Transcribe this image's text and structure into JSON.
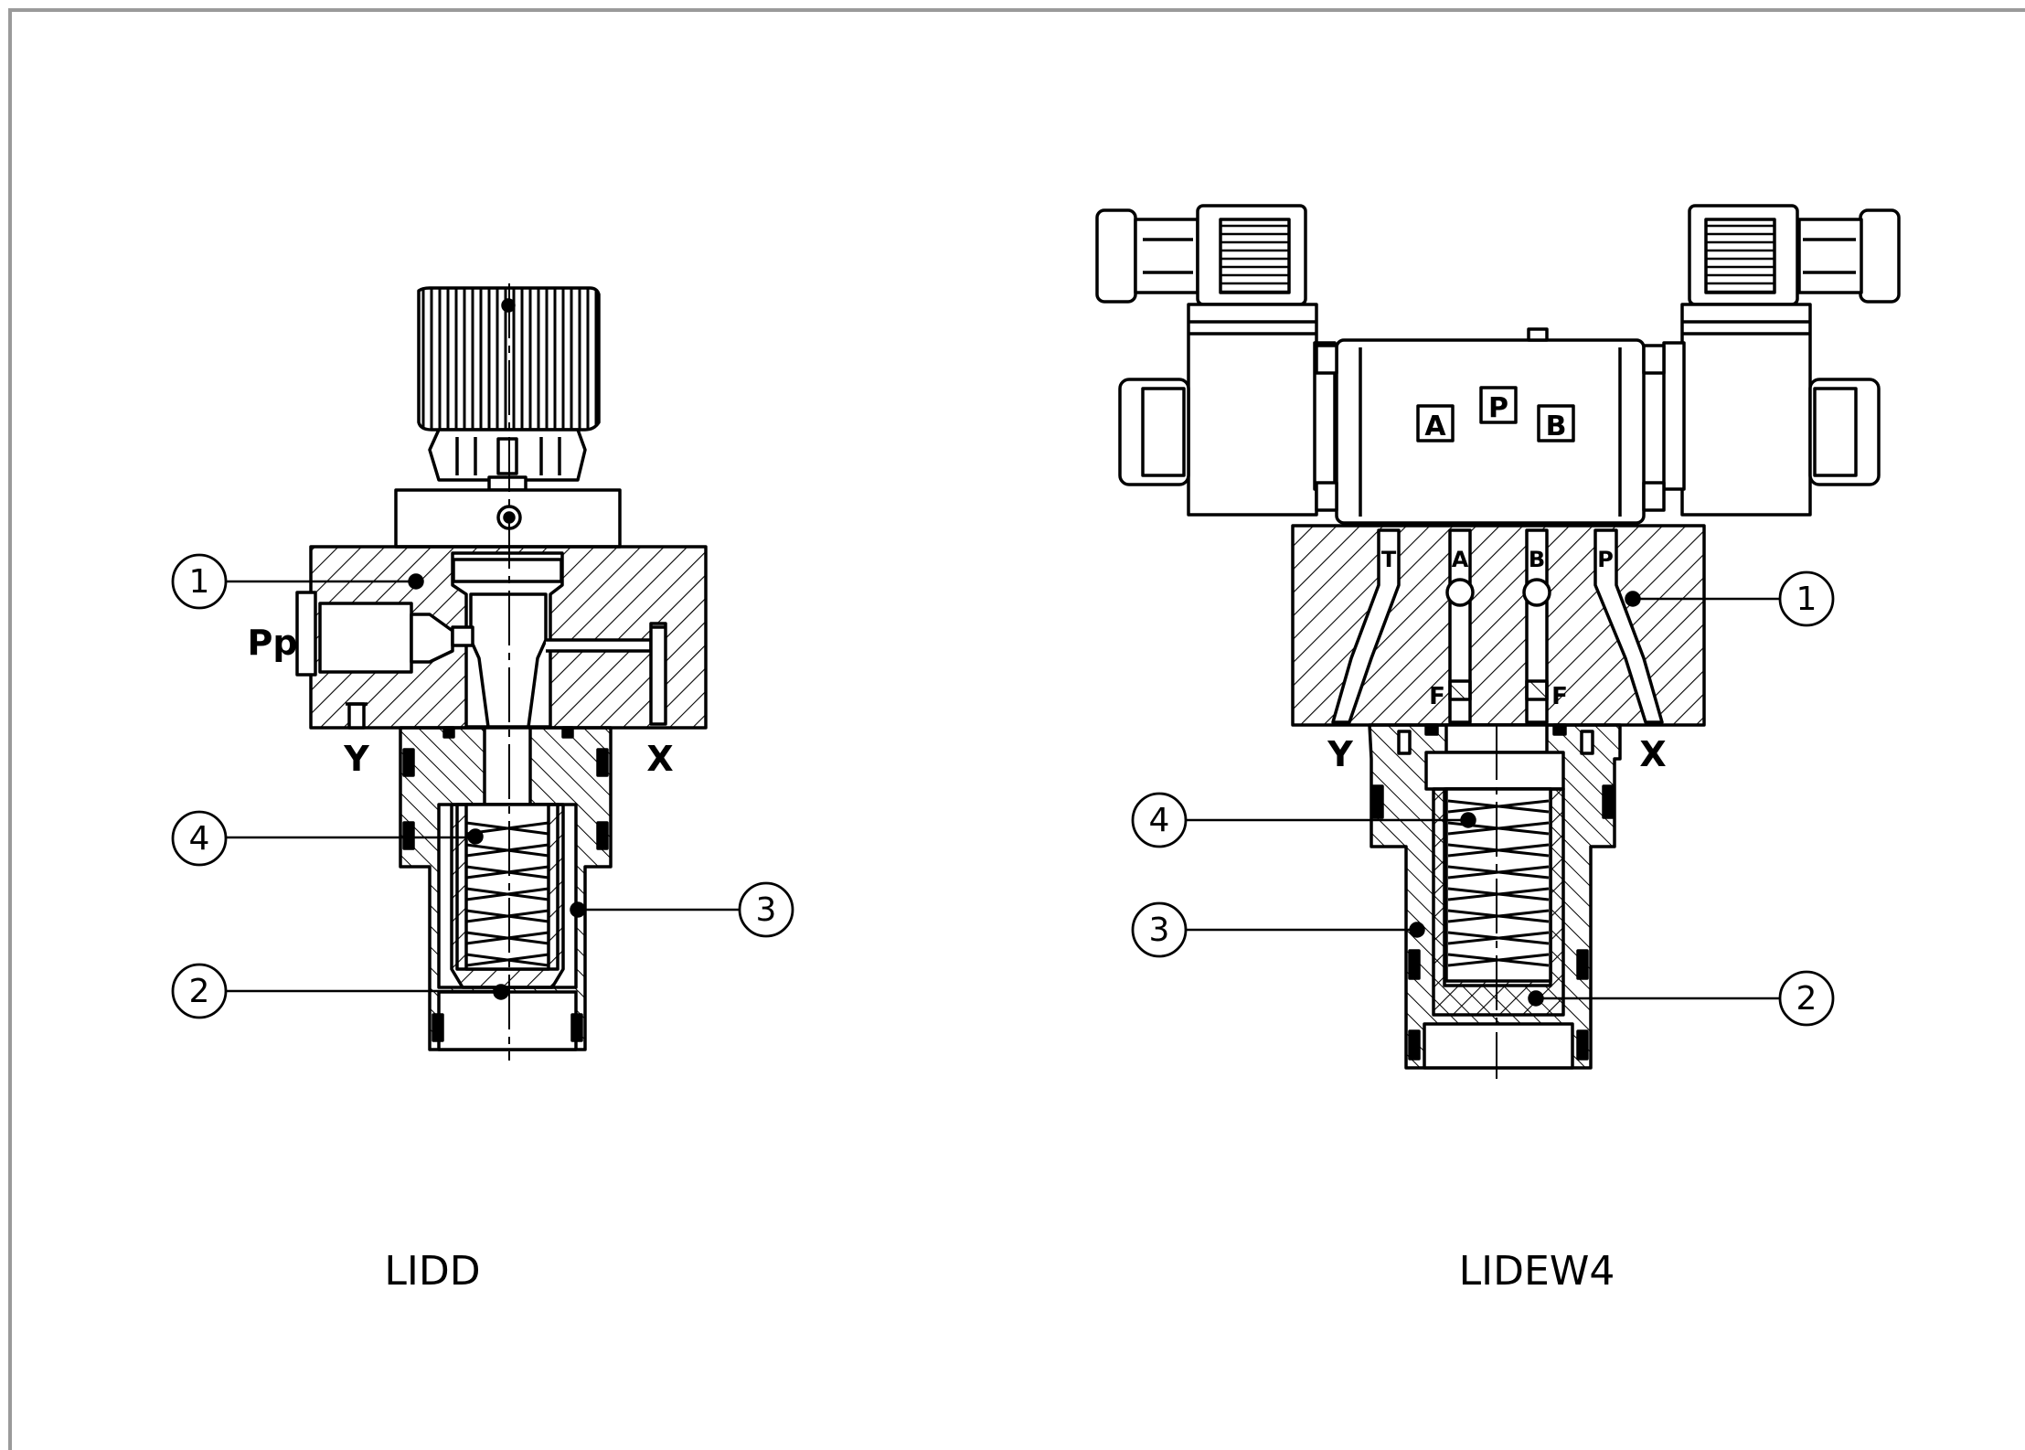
{
  "diagrams": [
    {
      "id": "lidd",
      "title": "LIDD",
      "port_labels": {
        "pp": "Pp",
        "y": "Y",
        "x": "X"
      },
      "callouts": [
        "1",
        "4",
        "3",
        "2"
      ]
    },
    {
      "id": "lidew4",
      "title": "LIDEW4",
      "valve_ports": [
        "A",
        "P",
        "B"
      ],
      "channel_labels": [
        "T",
        "A",
        "B",
        "P"
      ],
      "orifice_labels": [
        "F",
        "F"
      ],
      "port_labels": {
        "y": "Y",
        "x": "X"
      },
      "callouts": [
        "1",
        "4",
        "3",
        "2"
      ]
    }
  ],
  "colors": {
    "line": "#000000",
    "frame": "#9a9a9a",
    "background": "#ffffff"
  }
}
